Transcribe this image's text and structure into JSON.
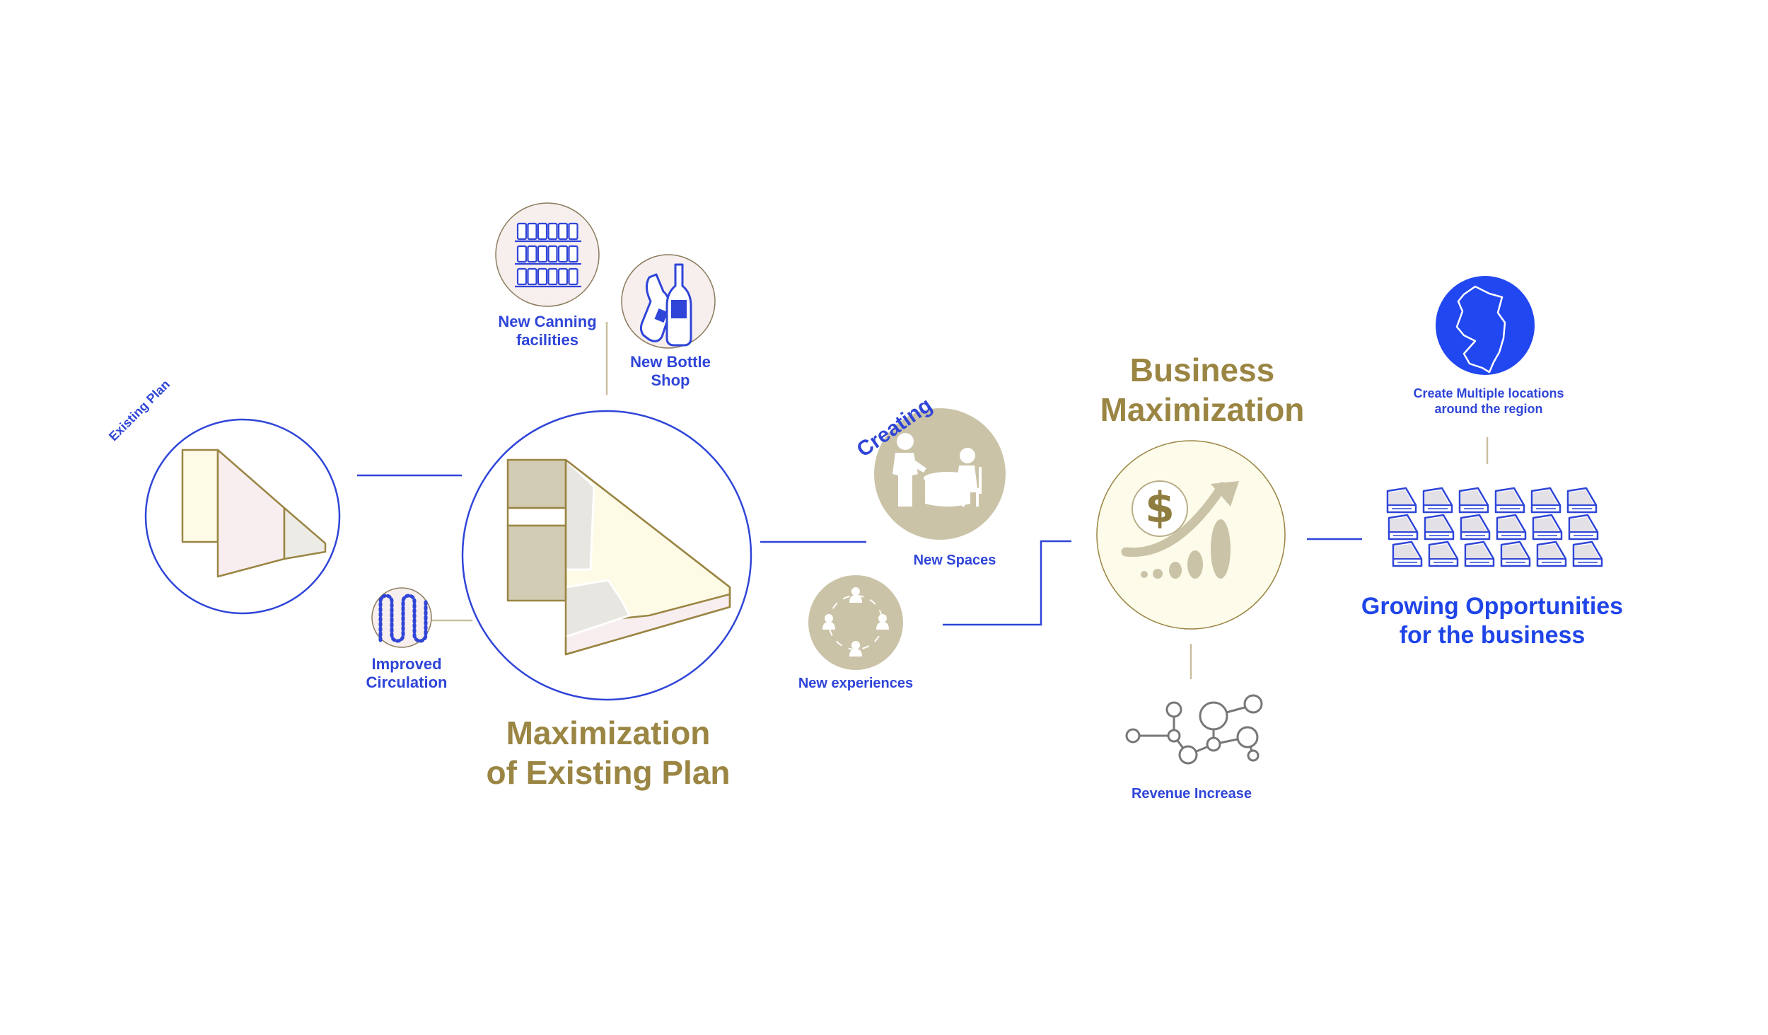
{
  "colors": {
    "blue": "#2f45d8",
    "gold": "#9a8543",
    "taupe": "#cbc3a7",
    "cream": "#fdfbe9",
    "pink": "#f7ecee",
    "circle_fill": "#f7eeee",
    "bright_blue": "#2147f0"
  },
  "labels": {
    "existing_plan": "Existing Plan",
    "new_canning": "New Canning\nfacilities",
    "new_bottle": "New Bottle\nShop",
    "improved_circulation": "Improved\nCirculation",
    "maximization_title": "Maximization\nof Existing Plan",
    "creating": "Creating",
    "new_spaces": "New Spaces",
    "new_experiences": "New experiences",
    "business_title": "Business\nMaximization",
    "revenue_increase": "Revenue Increase",
    "create_multiple": "Create Multiple locations\naround the region",
    "growing_title": "Growing Opportunities\nfor the business",
    "dollar_sign": "$"
  },
  "icons": {
    "canning": "cans-on-shelves-icon",
    "bottle": "bottles-icon",
    "circulation": "winding-path-icon",
    "new_spaces": "people-at-table-icon",
    "new_experiences": "people-circle-icon",
    "business": "dollar-growth-chart-icon",
    "revenue": "network-nodes-icon",
    "region": "state-map-icon",
    "locations": "building-grid-icon"
  }
}
